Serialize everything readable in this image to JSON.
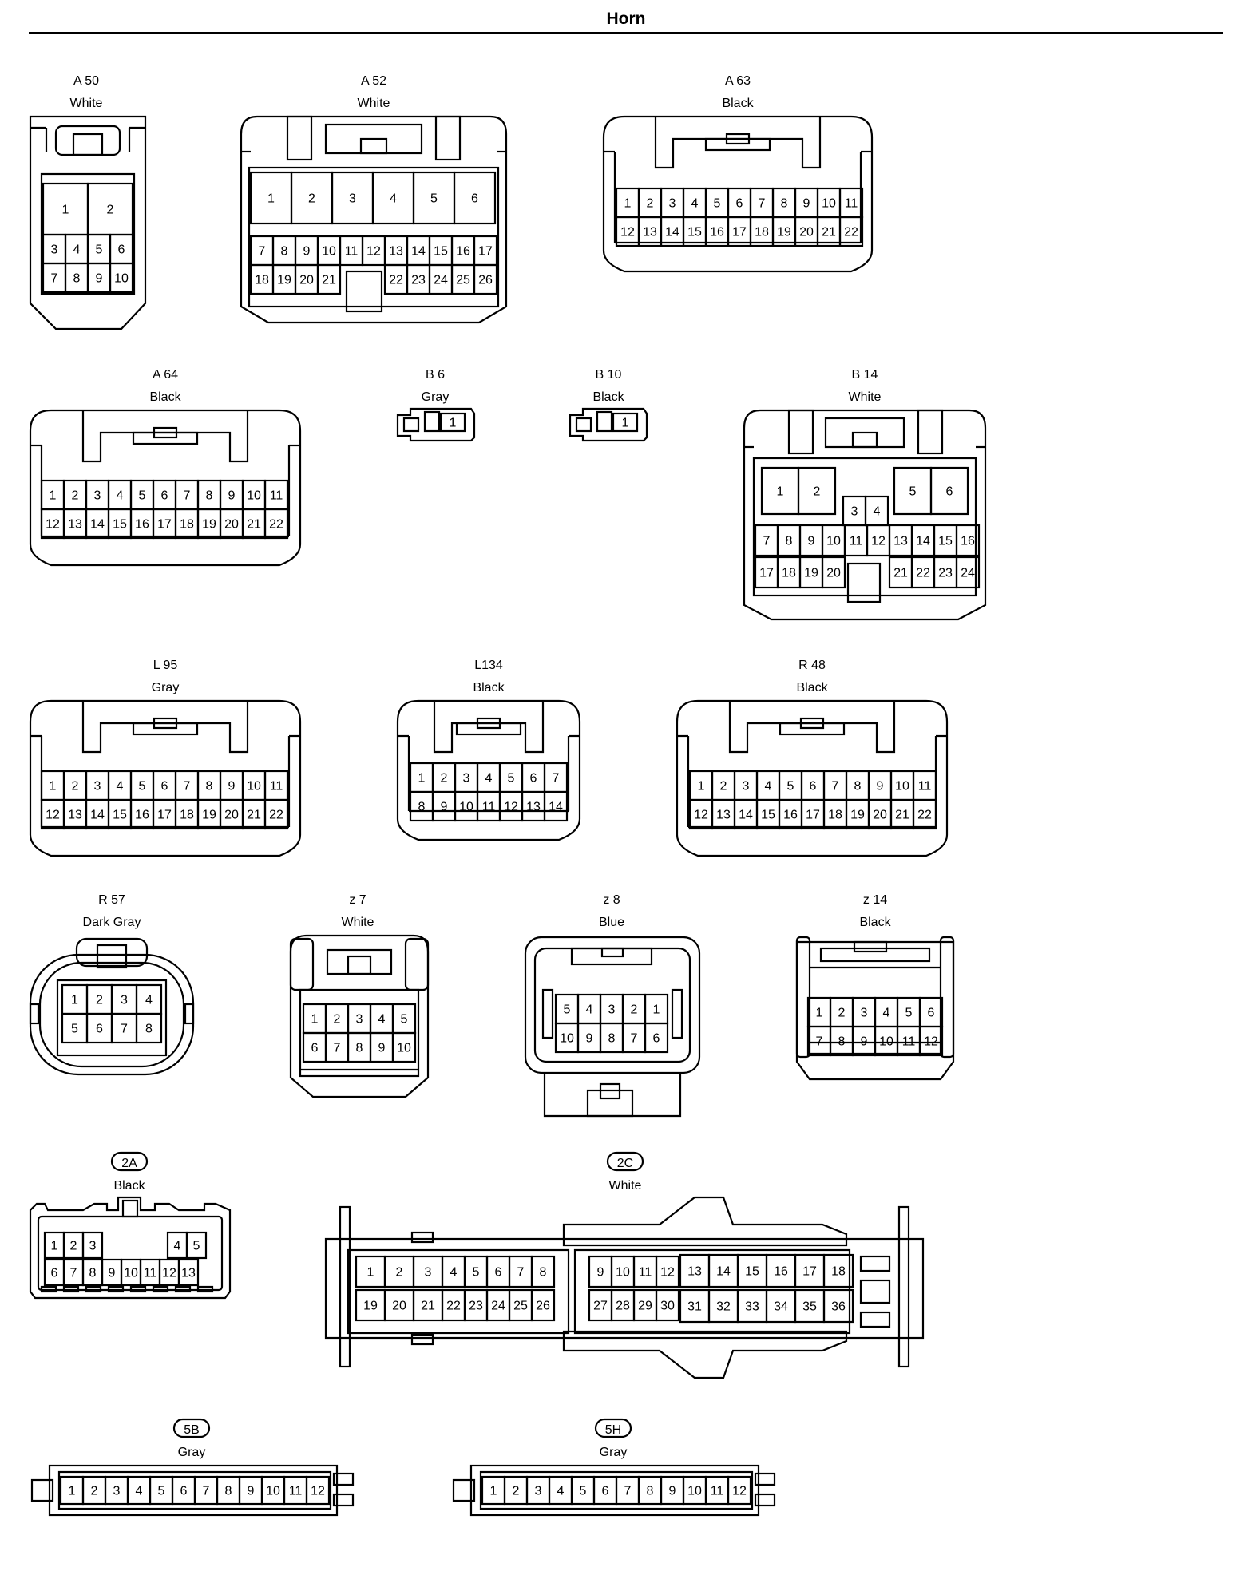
{
  "title": "Horn",
  "connectors": [
    {
      "id": "A 50",
      "color": "White"
    },
    {
      "id": "A 52",
      "color": "White"
    },
    {
      "id": "A 63",
      "color": "Black"
    },
    {
      "id": "A 64",
      "color": "Black"
    },
    {
      "id": "B 6",
      "color": "Gray"
    },
    {
      "id": "B 10",
      "color": "Black"
    },
    {
      "id": "B 14",
      "color": "White"
    },
    {
      "id": "L 95",
      "color": "Gray"
    },
    {
      "id": "L134",
      "color": "Black"
    },
    {
      "id": "R 48",
      "color": "Black"
    },
    {
      "id": "R 57",
      "color": "Dark Gray"
    },
    {
      "id": "z 7",
      "color": "White"
    },
    {
      "id": "z 8",
      "color": "Blue"
    },
    {
      "id": "z 14",
      "color": "Black"
    },
    {
      "id": "2A",
      "color": "Black"
    },
    {
      "id": "2C",
      "color": "White"
    },
    {
      "id": "5B",
      "color": "Gray"
    },
    {
      "id": "5H",
      "color": "Gray"
    }
  ]
}
